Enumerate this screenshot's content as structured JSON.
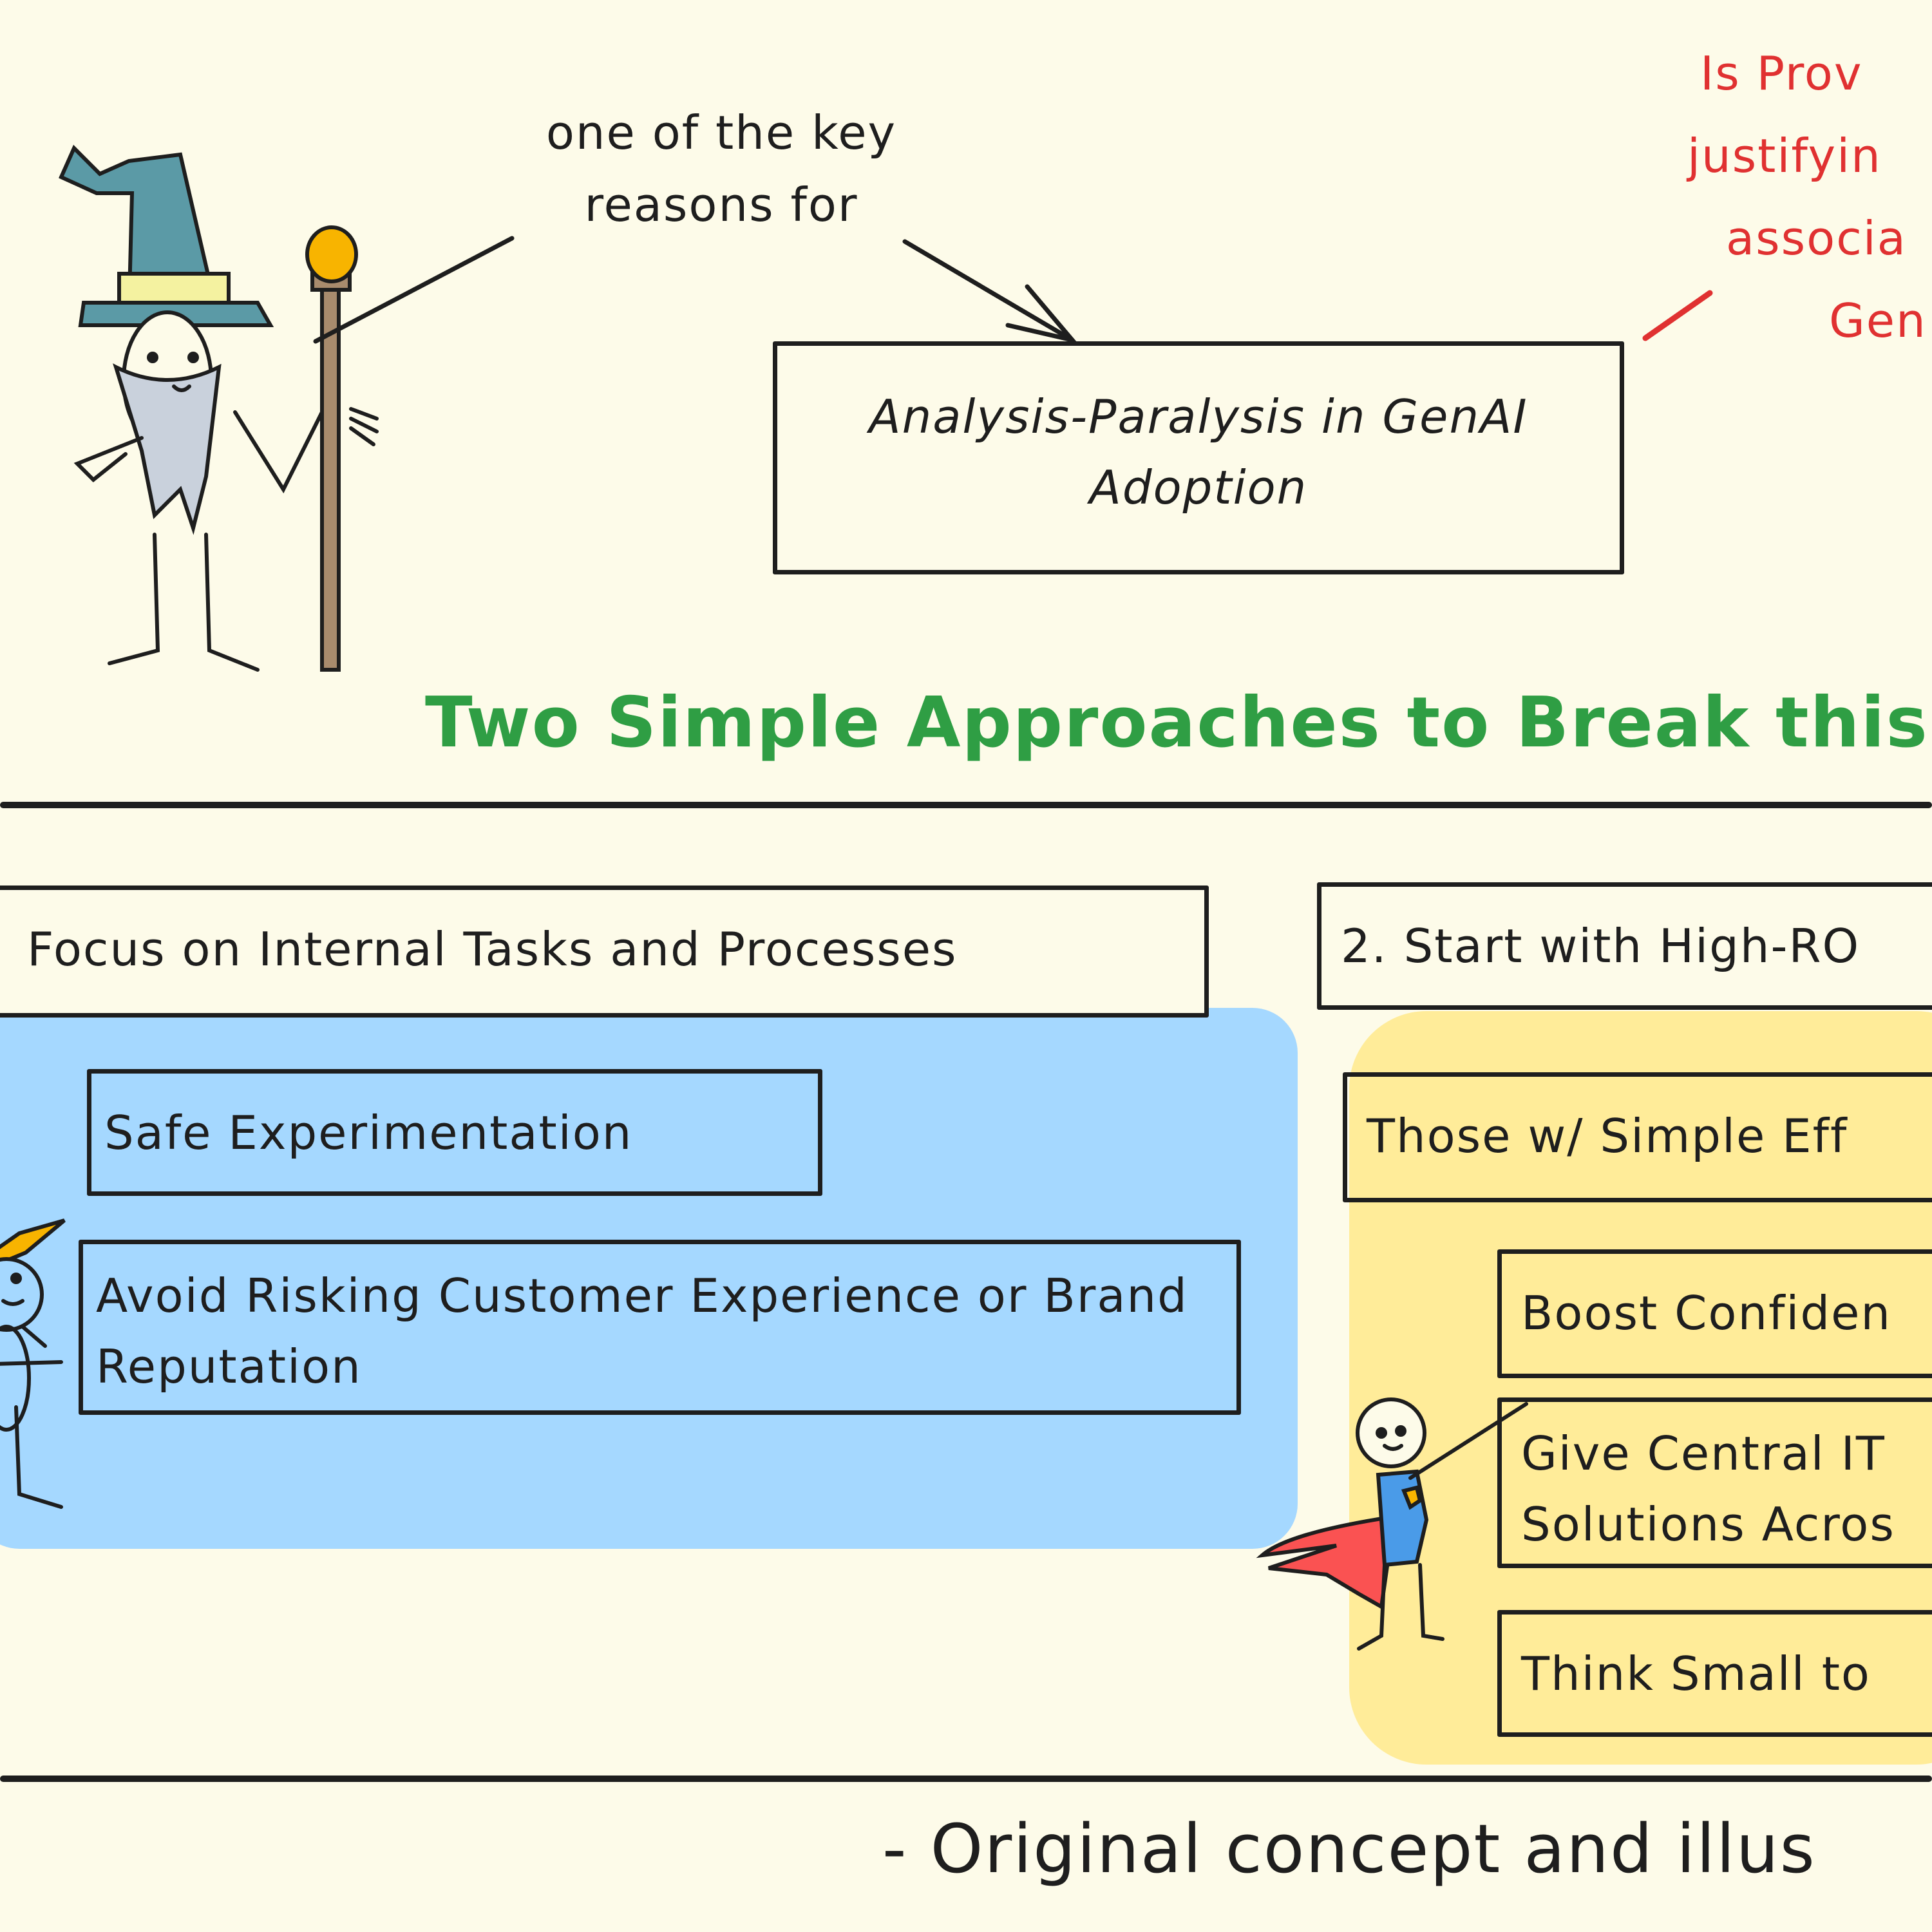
{
  "callout": {
    "line1": "one of the key",
    "line2": "reasons for"
  },
  "main_box": {
    "text": "Analysis-Paralysis in GenAI Adoption"
  },
  "red_note": {
    "lines": [
      "Is Prov",
      "justifyin",
      "associa",
      "Gen"
    ],
    "color": "#e03131"
  },
  "heading": {
    "text": "Two Simple Approaches to Break this C",
    "color": "#2f9e44"
  },
  "approach_1": {
    "header": "Focus on Internal Tasks and Processes",
    "area_color": "#a5d8ff",
    "items": [
      "Safe Experimentation",
      "Avoid Risking Customer Experience or Brand Reputation"
    ]
  },
  "approach_2": {
    "header": "2. Start with High-RO",
    "area_color": "#ffec99",
    "items": [
      "Those w/ Simple Eff",
      "Boost Confiden",
      "Give Central IT Solutions Acros",
      "Think Small to"
    ]
  },
  "footer": {
    "text": "- Original concept and illus"
  },
  "icons": {
    "wizard": "wizard-illustration",
    "hat_person": "hat-person-illustration",
    "superhero": "superhero-illustration"
  }
}
